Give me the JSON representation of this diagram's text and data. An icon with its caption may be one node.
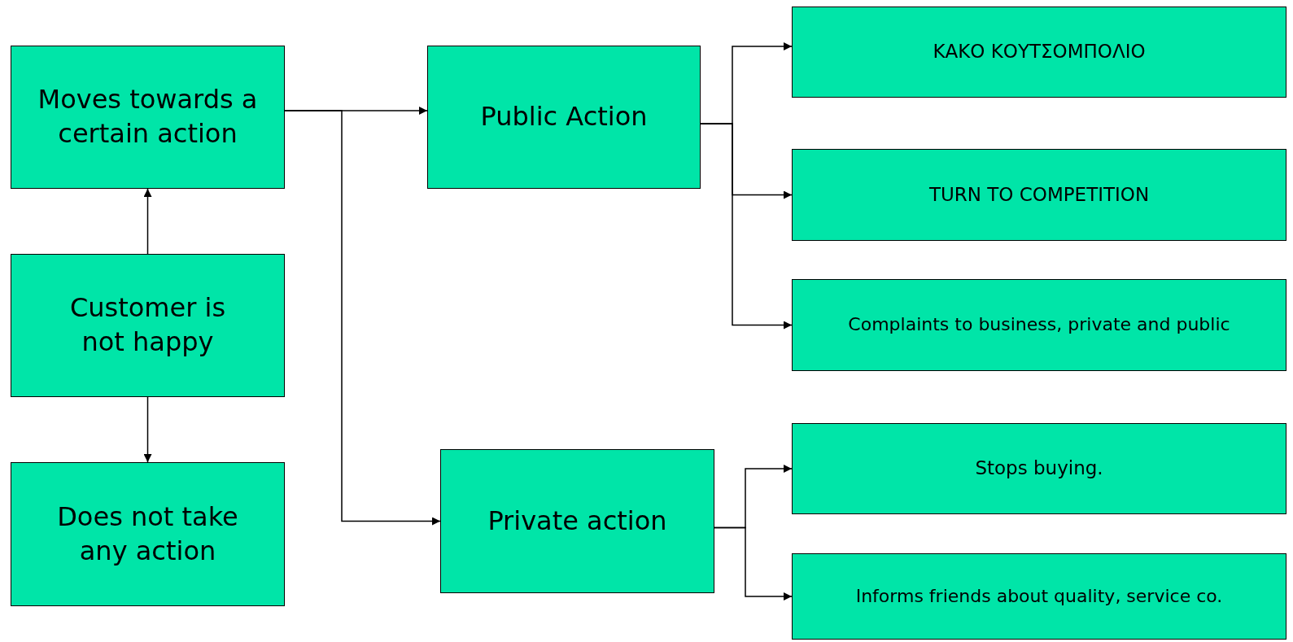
{
  "diagram": {
    "nodes": [
      {
        "text": [
          "Moves towards a certain action"
        ]
      },
      {
        "text": [
          "Customer is not happy"
        ]
      },
      {
        "text": [
          "Does not take any action"
        ]
      },
      {
        "text": [
          "Public Action"
        ]
      },
      {
        "text": [
          "Private action"
        ]
      },
      {
        "text": [
          "ΚΑΚΟ ΚΟΥΤΣΟΜΠΟΛΙΟ"
        ]
      },
      {
        "text": [
          "TURN TO COMPETITION"
        ]
      },
      {
        "text": [
          "Complaints to business, private and public"
        ]
      },
      {
        "text": [
          "Stops buying."
        ]
      },
      {
        "text": [
          "Informs friends about quality, service co."
        ]
      }
    ],
    "edges": [
      {
        "from": 1,
        "to": 0,
        "arrow": "to"
      },
      {
        "from": 1,
        "to": 2,
        "arrow": "to"
      },
      {
        "from": 0,
        "to": 3,
        "arrow": "to"
      },
      {
        "from": 0,
        "to": 4,
        "arrow": "to"
      },
      {
        "from": 3,
        "to": 5,
        "arrow": "to"
      },
      {
        "from": 3,
        "to": 6,
        "arrow": "to"
      },
      {
        "from": 3,
        "to": 7,
        "arrow": "to"
      },
      {
        "from": 4,
        "to": 8,
        "arrow": "to"
      },
      {
        "from": 4,
        "to": 9,
        "arrow": "to"
      }
    ]
  }
}
